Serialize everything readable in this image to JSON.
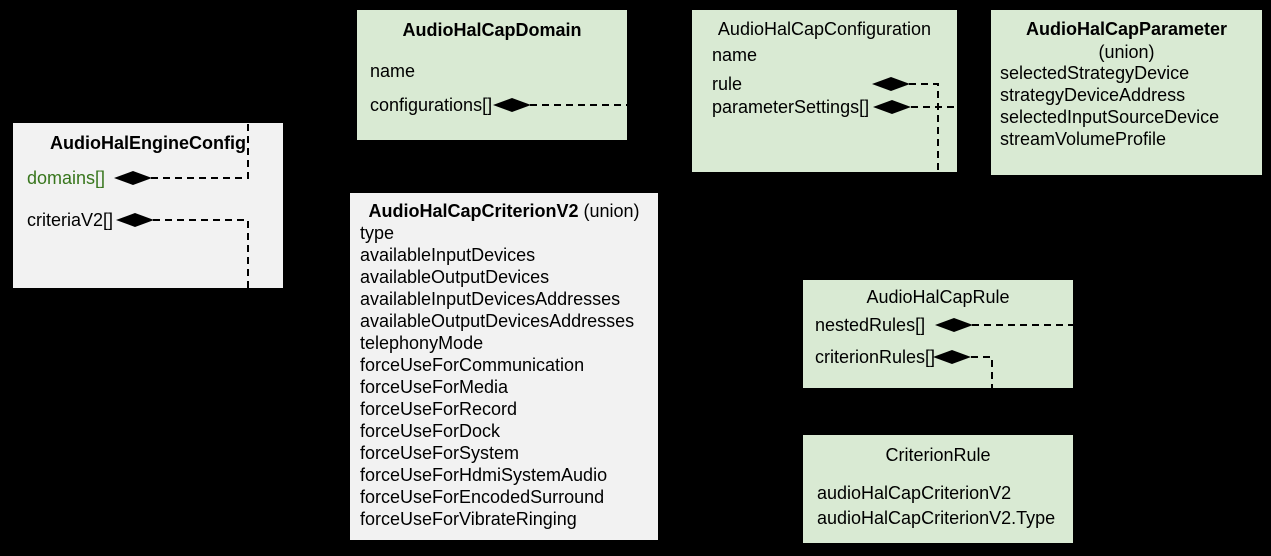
{
  "colors": {
    "background": "#000000",
    "box_green": "#d9ead3",
    "box_gray": "#f2f2f2",
    "ink": "#000000",
    "accent_green": "#38761d",
    "line": "#000000"
  },
  "boxes": {
    "engine": {
      "title": "AudioHalEngineConfig",
      "fields": [
        "domains[]",
        "criteriaV2[]"
      ]
    },
    "domain": {
      "title": "AudioHalCapDomain",
      "fields": [
        "name",
        "configurations[]"
      ]
    },
    "configuration": {
      "title": "AudioHalCapConfiguration",
      "fields": [
        "name",
        "rule",
        "parameterSettings[]"
      ]
    },
    "parameter": {
      "title": "AudioHalCapParameter",
      "subtitle": "(union)",
      "fields": [
        "selectedStrategyDevice",
        "strategyDeviceAddress",
        "selectedInputSourceDevice",
        "streamVolumeProfile"
      ]
    },
    "criterionV2": {
      "title": "AudioHalCapCriterionV2",
      "title_suffix": " (union)",
      "fields": [
        "type",
        "availableInputDevices",
        "availableOutputDevices",
        "availableInputDevicesAddresses",
        "availableOutputDevicesAddresses",
        "telephonyMode",
        "forceUseForCommunication",
        "forceUseForMedia",
        "forceUseForRecord",
        "forceUseForDock",
        "forceUseForSystem",
        "forceUseForHdmiSystemAudio",
        "forceUseForEncodedSurround",
        "forceUseForVibrateRinging"
      ]
    },
    "rule": {
      "title": "AudioHalCapRule",
      "fields": [
        "nestedRules[]",
        "criterionRules[]"
      ]
    },
    "criterionRule": {
      "title": "CriterionRule",
      "fields": [
        "audioHalCapCriterionV2",
        "audioHalCapCriterionV2.Type"
      ]
    }
  },
  "relations": [
    {
      "from": "AudioHalEngineConfig.domains[]",
      "to": "AudioHalCapDomain",
      "kind": "composition, dashed"
    },
    {
      "from": "AudioHalEngineConfig.criteriaV2[]",
      "to": "AudioHalCapCriterionV2",
      "kind": "composition, dashed"
    },
    {
      "from": "AudioHalCapDomain.configurations[]",
      "to": "AudioHalCapConfiguration",
      "kind": "composition, dashed"
    },
    {
      "from": "AudioHalCapConfiguration.rule",
      "to": "AudioHalCapRule",
      "kind": "composition, dashed"
    },
    {
      "from": "AudioHalCapConfiguration.parameterSettings[]",
      "to": "AudioHalCapParameter",
      "kind": "composition, dashed"
    },
    {
      "from": "AudioHalCapRule.nestedRules[]",
      "to": "AudioHalCapRule",
      "kind": "composition, dashed, self-reference"
    },
    {
      "from": "AudioHalCapRule.criterionRules[]",
      "to": "CriterionRule",
      "kind": "composition, dashed"
    }
  ]
}
